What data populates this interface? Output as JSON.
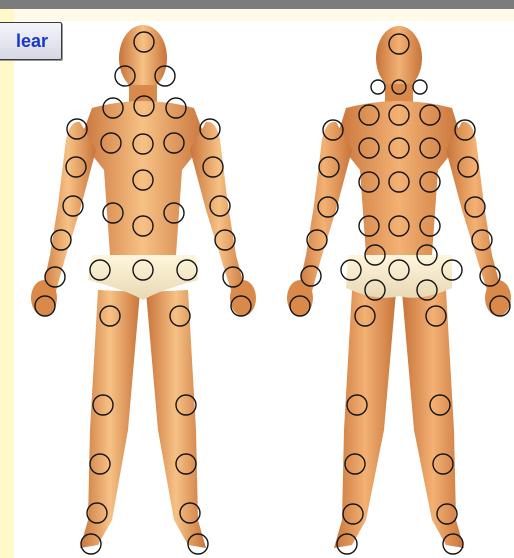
{
  "toolbar": {
    "clear_label": "lear"
  },
  "colors": {
    "skin_light": "#f7c185",
    "skin_mid": "#e8964e",
    "skin_dark": "#b8662c",
    "marker_stroke": "#141414",
    "button_text": "#1838c8",
    "header_bar": "#7c7c7c",
    "margin_tint": "#fff8c8"
  },
  "figures": [
    {
      "id": "front",
      "view": "front"
    },
    {
      "id": "back",
      "view": "back"
    }
  ]
}
